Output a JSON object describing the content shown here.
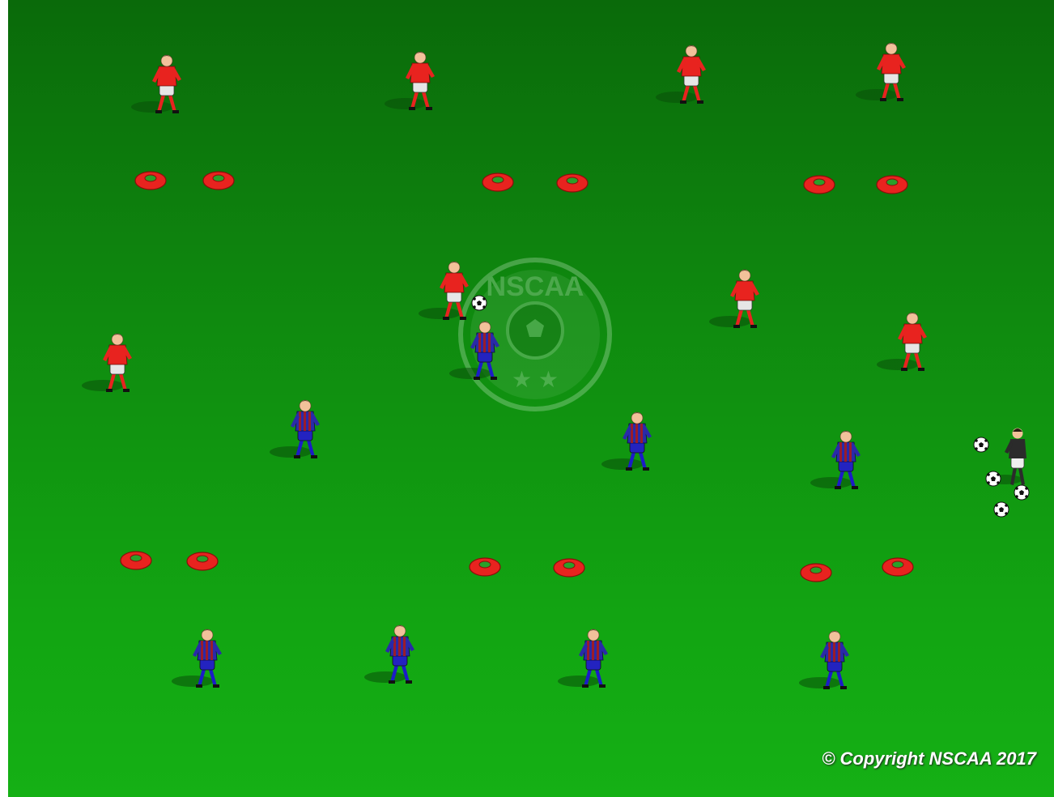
{
  "copyright": "© Copyright NSCAA 2017",
  "watermark": {
    "text": "NSCAA"
  },
  "colors": {
    "field_top": "#0a6a0a",
    "field_bottom": "#15b015",
    "red_team_shirt": "#e8231f",
    "blue_team_shirt": "#2a2aa8",
    "blue_team_stripe": "#9b1c2a",
    "cone": "#e8231f",
    "coach_shirt": "#2b2b2b"
  },
  "players": {
    "red": [
      "red-player",
      "red-player",
      "red-player",
      "red-player",
      "red-player",
      "red-player",
      "red-player",
      "red-player"
    ],
    "blue": [
      "blue-player",
      "blue-player",
      "blue-player",
      "blue-player",
      "blue-player",
      "blue-player",
      "blue-player",
      "blue-player"
    ],
    "coach": "coach"
  },
  "balls_count": 5,
  "cones_count": 12
}
